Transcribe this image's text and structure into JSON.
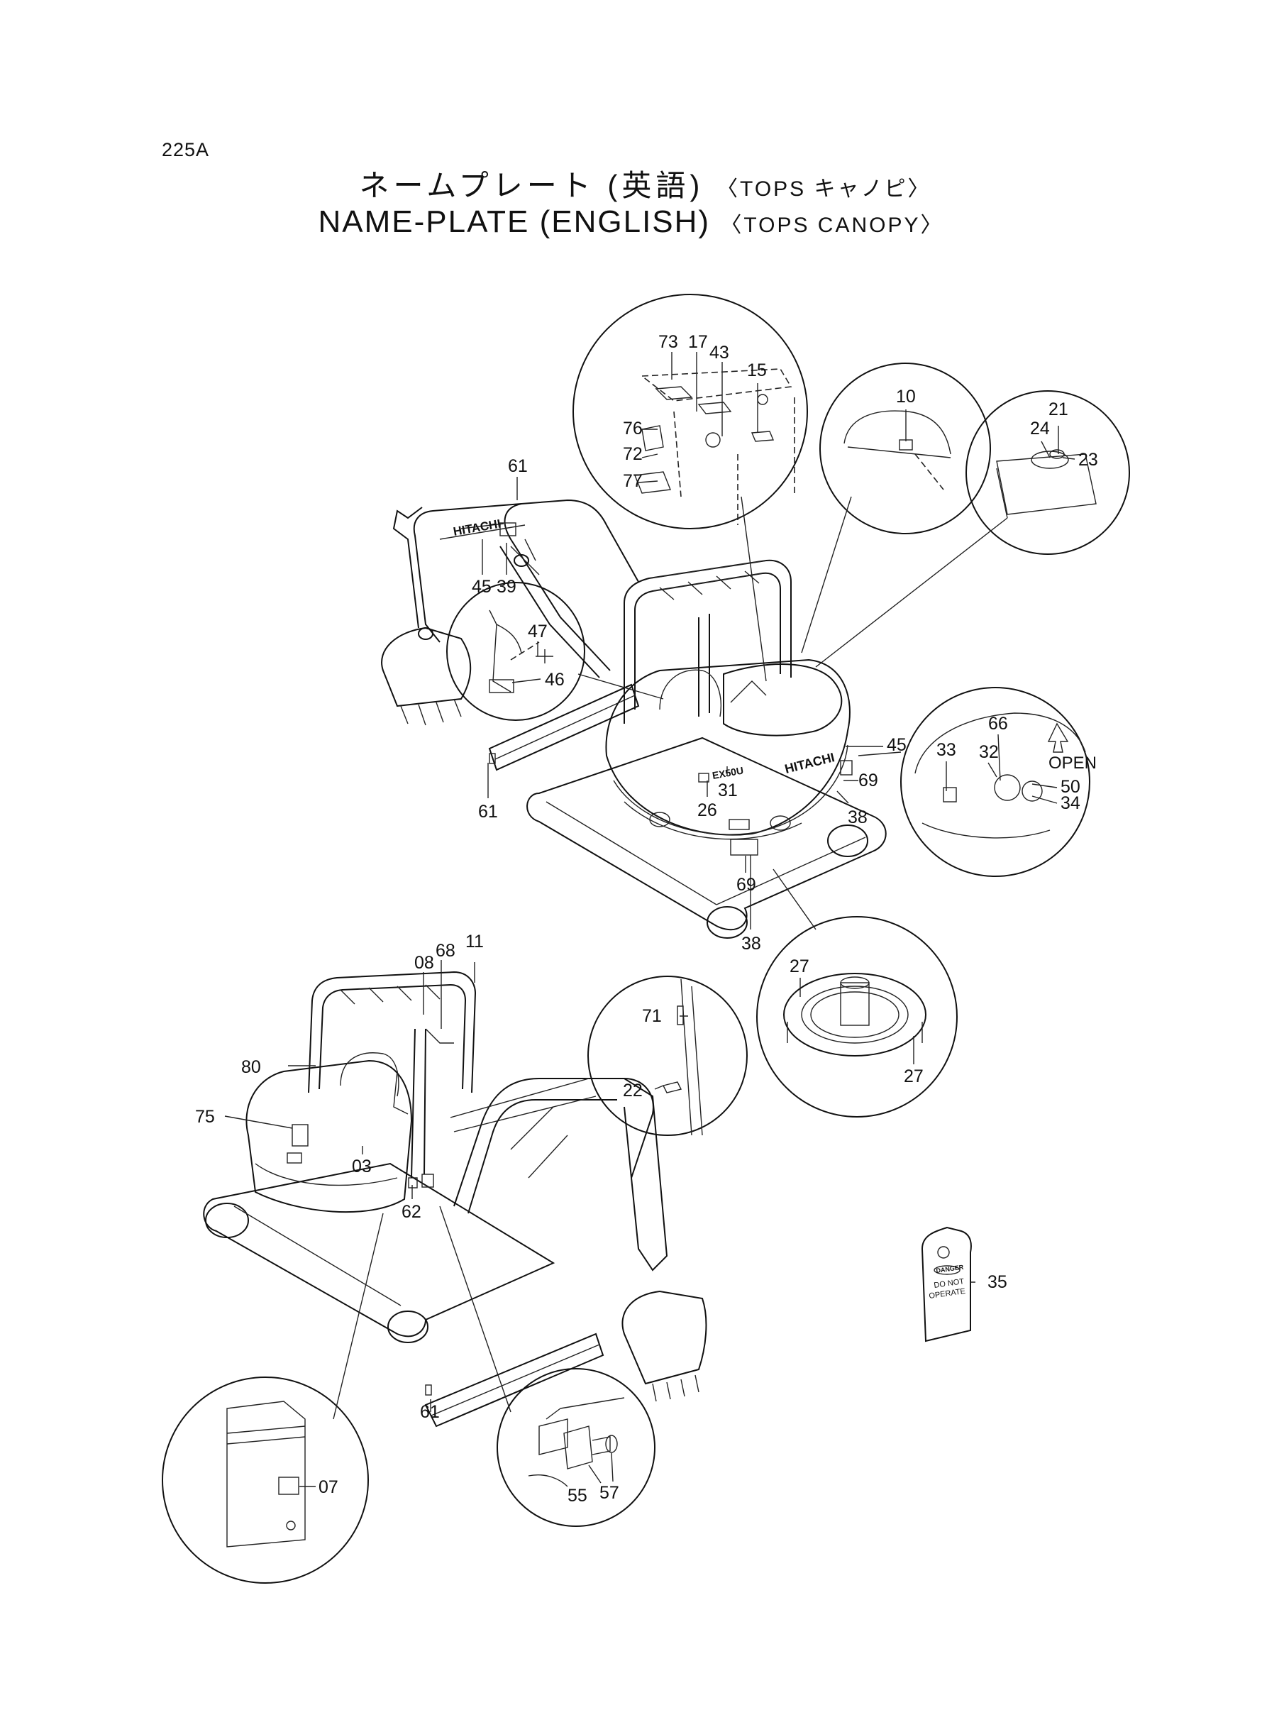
{
  "header": {
    "page_code": "225A",
    "title_jp": "ネームプレート (英語)",
    "title_jp_sub": "〈TOPS キャノピ〉",
    "title_en": "NAME-PLATE (ENGLISH)",
    "title_en_sub": "〈TOPS CANOPY〉"
  },
  "machine_labels": {
    "brand_boom": "HITACHI",
    "brand_body": "HITACHI",
    "model": "EX50U",
    "open": "OPEN",
    "tag_top": "DANGER",
    "tag_line1": "DO NOT",
    "tag_line2": "OPERATE"
  },
  "callouts": [
    {
      "id": "c73",
      "text": "73"
    },
    {
      "id": "c17",
      "text": "17"
    },
    {
      "id": "c43",
      "text": "43"
    },
    {
      "id": "c15",
      "text": "15"
    },
    {
      "id": "c76",
      "text": "76"
    },
    {
      "id": "c72",
      "text": "72"
    },
    {
      "id": "c77",
      "text": "77"
    },
    {
      "id": "c10",
      "text": "10"
    },
    {
      "id": "c21",
      "text": "21"
    },
    {
      "id": "c24",
      "text": "24"
    },
    {
      "id": "c23",
      "text": "23"
    },
    {
      "id": "c61a",
      "text": "61"
    },
    {
      "id": "c45a",
      "text": "45"
    },
    {
      "id": "c39",
      "text": "39"
    },
    {
      "id": "c47",
      "text": "47"
    },
    {
      "id": "c46",
      "text": "46"
    },
    {
      "id": "c61b",
      "text": "61"
    },
    {
      "id": "c26",
      "text": "26"
    },
    {
      "id": "c31",
      "text": "31"
    },
    {
      "id": "c45b",
      "text": "45"
    },
    {
      "id": "c69a",
      "text": "69"
    },
    {
      "id": "c38a",
      "text": "38"
    },
    {
      "id": "c69b",
      "text": "69"
    },
    {
      "id": "c38b",
      "text": "38"
    },
    {
      "id": "c66",
      "text": "66"
    },
    {
      "id": "c33",
      "text": "33"
    },
    {
      "id": "c32",
      "text": "32"
    },
    {
      "id": "c50",
      "text": "50"
    },
    {
      "id": "c34",
      "text": "34"
    },
    {
      "id": "c27a",
      "text": "27"
    },
    {
      "id": "c27b",
      "text": "27"
    },
    {
      "id": "c68",
      "text": "68"
    },
    {
      "id": "c11",
      "text": "11"
    },
    {
      "id": "c08",
      "text": "08"
    },
    {
      "id": "c80",
      "text": "80"
    },
    {
      "id": "c71",
      "text": "71"
    },
    {
      "id": "c22",
      "text": "22"
    },
    {
      "id": "c75",
      "text": "75"
    },
    {
      "id": "c03",
      "text": "03"
    },
    {
      "id": "c62",
      "text": "62"
    },
    {
      "id": "c35",
      "text": "35"
    },
    {
      "id": "c61c",
      "text": "61"
    },
    {
      "id": "c07",
      "text": "07"
    },
    {
      "id": "c55",
      "text": "55"
    },
    {
      "id": "c57",
      "text": "57"
    }
  ]
}
